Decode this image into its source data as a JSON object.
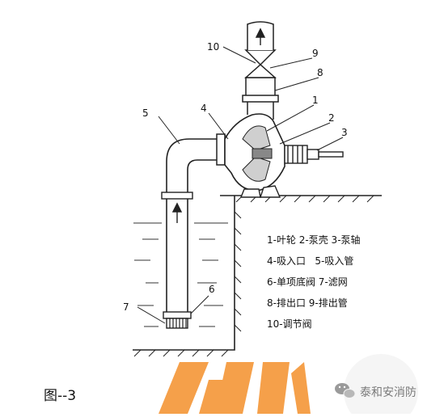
{
  "diagram": {
    "callouts": [
      "1",
      "2",
      "3",
      "4",
      "5",
      "6",
      "7",
      "8",
      "9",
      "10"
    ],
    "legend": [
      "1-叶轮 2-泵壳 3-泵轴",
      "4-吸入口   5-吸入管",
      "6-单项底阀 7-滤网",
      "8-排出口 9-排出管",
      "10-调节阀"
    ],
    "figure_caption": "图--3"
  },
  "watermark": {
    "text": "泰和安消防",
    "icon": "wechat-icon",
    "accent_color": "#f5a04a"
  }
}
